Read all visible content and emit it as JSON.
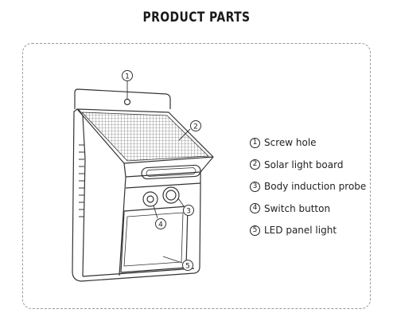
{
  "title": "PRODUCT PARTS",
  "callouts": [
    "1",
    "2",
    "3",
    "4",
    "5"
  ],
  "legend": [
    {
      "num": "1",
      "label": "Screw hole"
    },
    {
      "num": "2",
      "label": "Solar light board"
    },
    {
      "num": "3",
      "label": "Body induction probe"
    },
    {
      "num": "4",
      "label": "Switch button"
    },
    {
      "num": "5",
      "label": "LED panel light"
    }
  ],
  "colors": {
    "line": "#333333",
    "border": "#9a9a9a",
    "text": "#222222"
  }
}
